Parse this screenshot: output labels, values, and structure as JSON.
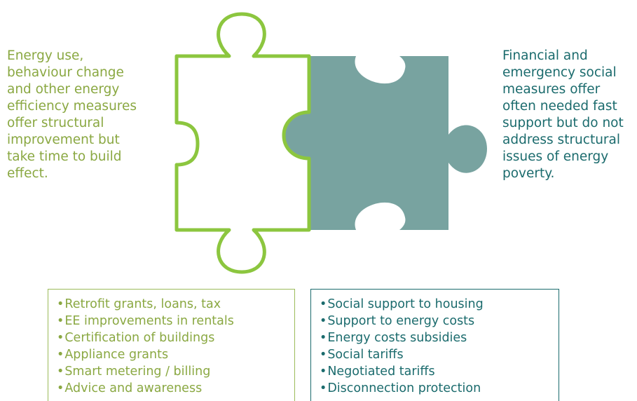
{
  "left_description": "Energy use,\nbehaviour change\nand other energy\nefficiency measures\noffer structural\nimprovement but\ntake  time to build\neffect.",
  "right_description": "Financial and\nemergency social\nmeasures offer\noften needed fast\nsupport but do not\naddress structural\nissues of energy\npoverty.",
  "left_measures": [
    "Retrofit grants, loans, tax",
    "EE improvements in rentals",
    "Certification of buildings",
    "Appliance grants",
    "Smart metering / billing",
    "Advice and awareness"
  ],
  "right_measures": [
    "Social support to housing",
    "Support to energy costs",
    "Energy  costs subsidies",
    "Social tariffs",
    "Negotiated tariffs",
    "Disconnection protection"
  ],
  "colors": {
    "green": "#8aa842",
    "green_outline": "#8cc63f",
    "teal": "#1b6b6d",
    "teal_fill": "#78a3a0"
  }
}
